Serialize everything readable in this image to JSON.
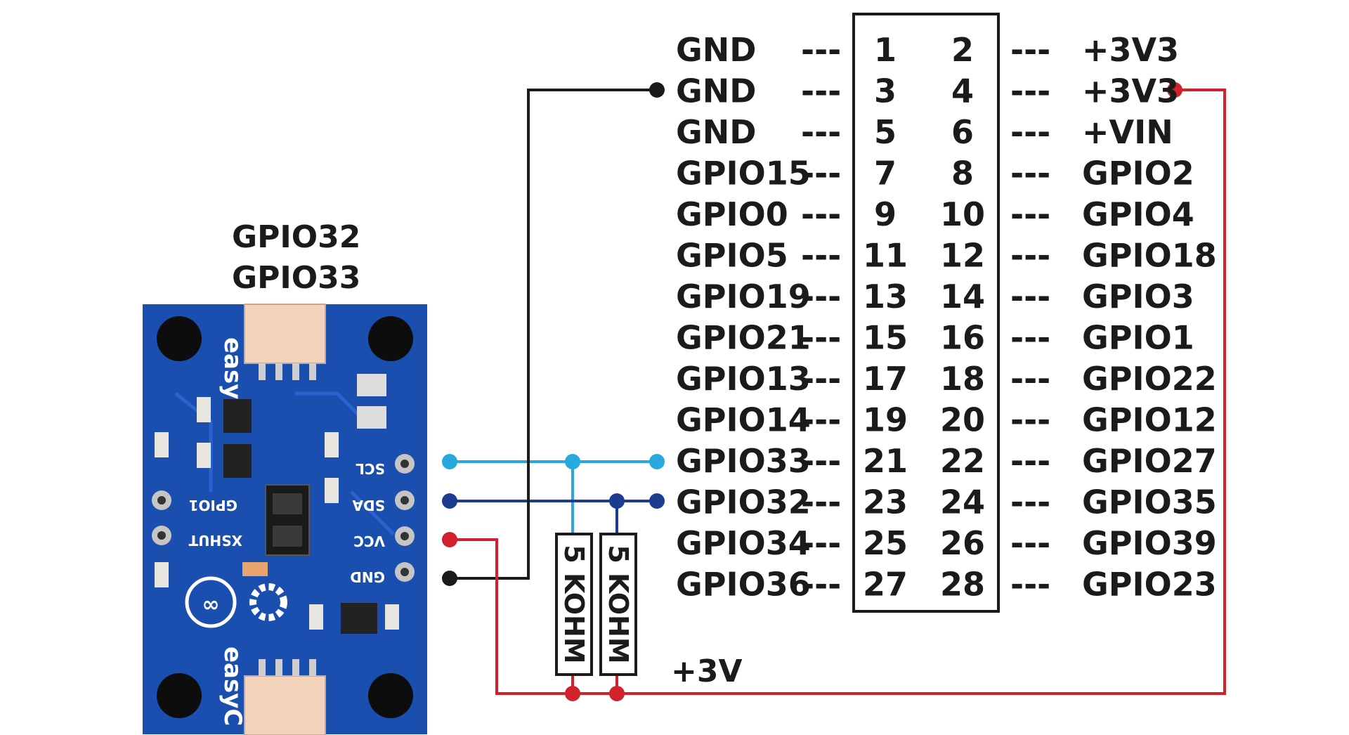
{
  "header": {
    "connector_labels": [
      "GPIO32",
      "GPIO33"
    ]
  },
  "pcb": {
    "brand": "easyC",
    "pads": [
      "SCL",
      "SDA",
      "VCC",
      "GND"
    ],
    "side_labels": [
      "GPIO1",
      "XSHUT"
    ]
  },
  "resistors": [
    {
      "label": "5 KOHM"
    },
    {
      "label": "5 KOHM"
    }
  ],
  "supply_label": "+3V",
  "header_table": {
    "rows": [
      {
        "left": "GND",
        "pin_left": "1",
        "pin_right": "2",
        "right": "+3V3"
      },
      {
        "left": "GND",
        "pin_left": "3",
        "pin_right": "4",
        "right": "+3V3"
      },
      {
        "left": "GND",
        "pin_left": "5",
        "pin_right": "6",
        "right": "+VIN"
      },
      {
        "left": "GPIO15",
        "pin_left": "7",
        "pin_right": "8",
        "right": "GPIO2"
      },
      {
        "left": "GPIO0",
        "pin_left": "9",
        "pin_right": "10",
        "right": "GPIO4"
      },
      {
        "left": "GPIO5",
        "pin_left": "11",
        "pin_right": "12",
        "right": "GPIO18"
      },
      {
        "left": "GPIO19",
        "pin_left": "13",
        "pin_right": "14",
        "right": "GPIO3"
      },
      {
        "left": "GPIO21",
        "pin_left": "15",
        "pin_right": "16",
        "right": "GPIO1"
      },
      {
        "left": "GPIO13",
        "pin_left": "17",
        "pin_right": "18",
        "right": "GPIO22"
      },
      {
        "left": "GPIO14",
        "pin_left": "19",
        "pin_right": "20",
        "right": "GPIO12"
      },
      {
        "left": "GPIO33",
        "pin_left": "21",
        "pin_right": "22",
        "right": "GPIO27"
      },
      {
        "left": "GPIO32",
        "pin_left": "23",
        "pin_right": "24",
        "right": "GPIO35"
      },
      {
        "left": "GPIO34",
        "pin_left": "25",
        "pin_right": "26",
        "right": "GPIO39"
      },
      {
        "left": "GPIO36",
        "pin_left": "27",
        "pin_right": "28",
        "right": "GPIO23"
      }
    ],
    "separator": "---"
  },
  "colors": {
    "pcb_blue": "#1a4fb0",
    "wire_scl": "#29a8e0",
    "wire_sda": "#1d3b8f",
    "wire_vcc": "#d1222b",
    "wire_gnd": "#1b1b1b"
  }
}
